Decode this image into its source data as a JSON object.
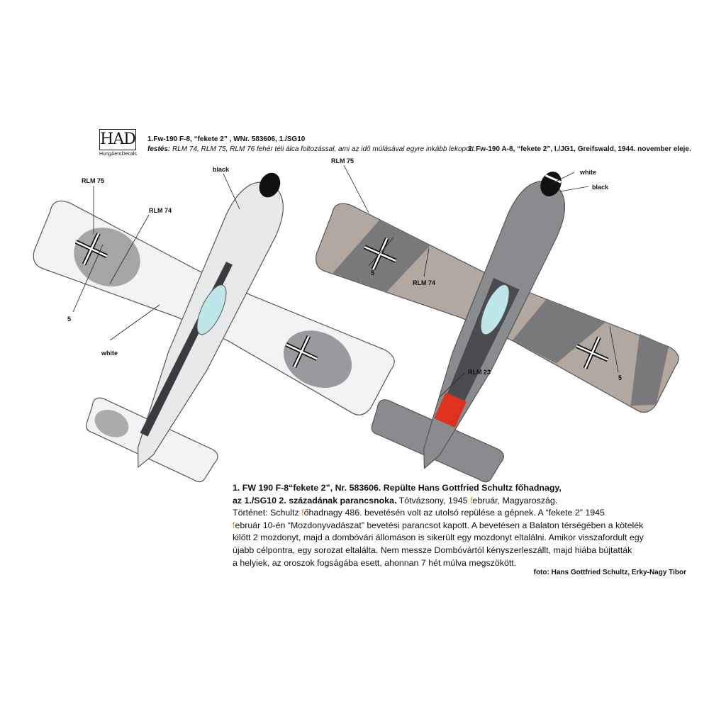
{
  "logo": {
    "mark": "HAD",
    "name": "HungAeroDecals"
  },
  "profile1": {
    "title": "1.Fw-190 F-8, “fekete 2” , WNr. 583606, 1./SG10",
    "paint_label": "festés:",
    "paint_text": " RLM 74, RLM 75, RLM 76 fehér téli álca foltozással, ami az idő múlásával egyre inkább lekopott.",
    "labels": {
      "rlm75": "RLM 75",
      "rlm74": "RLM 74",
      "black": "black",
      "five": "5",
      "white": "white"
    }
  },
  "profile2": {
    "title": "2. Fw-190 A-8, “fekete 2”, I./JG1, Greifswald, 1944. november eleje.",
    "labels": {
      "rlm75": "RLM 75",
      "white": "white",
      "black": "black",
      "five_left": "5",
      "rlm74": "RLM 74",
      "rlm23": "RLM 23",
      "five_right": "5"
    }
  },
  "story": {
    "heading1": "1. FW 190 F-8“fekete 2”, Nr. 583606. Repülte Hans Gottfried Schultz  főhadnagy,",
    "heading2": " az 1./SG10 2. századának parancsnoka.",
    "place": "  Tótvázsony, 1945 ",
    "place_f": "f",
    "place_end": "ebruár, Magyaroszág.",
    "l3a": "Történet: Schultz  ",
    "l3f": "f",
    "l3b": "őhadnagy 486. bevetésén volt az utolsó repülése a gépnek. A “fekete 2” 1945",
    "l4f": "f",
    "l4b": "ebruár 10-én  “Mozdonyvadászat” bevetési parancsot kapott. A bevetésen a Balaton térségében a kötelék",
    "l5": "kilőtt 2 mozdonyt, majd a dombóvári állomáson is sikerült egy mozdonyt eltalálni. Amikor visszafordult egy",
    "l6": "újabb célpontra, egy sorozat eltalálta. Nem messze Dombóvártól kényszerleszállt, majd hiába bújtatták",
    "l7": "a helyiek, az oroszok fogságába esett, ahonnan 7 hét múlva megszökött."
  },
  "credit": "foto: Hans Gottfried Schultz,  Erky-Nagy Tibor",
  "colors": {
    "rlm74": "#6e7074",
    "rlm75": "#8a8b8e",
    "winter_white": "#f2f3f4",
    "rlm23": "#e0301e",
    "tan": "#b3a89f",
    "accent": "#e8961e"
  }
}
